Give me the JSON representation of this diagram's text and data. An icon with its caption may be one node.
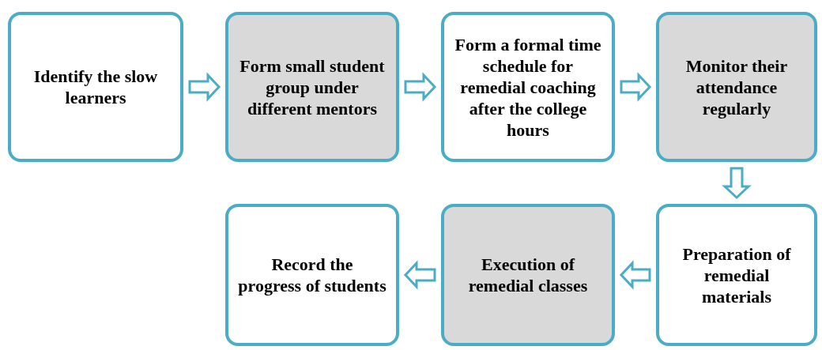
{
  "diagram": {
    "nodes": [
      {
        "text": [
          "Identify the slow learners"
        ]
      },
      {
        "text": [
          "Form small student group under different mentors"
        ]
      },
      {
        "text": [
          "Form a formal time schedule for remedial coaching after the college hours"
        ]
      },
      {
        "text": [
          "Monitor their attendance regularly"
        ]
      },
      {
        "text": [
          "Preparation of remedial materials"
        ]
      },
      {
        "text": [
          "Execution of remedial classes"
        ]
      },
      {
        "text": [
          "Record the progress of students"
        ]
      }
    ],
    "edges": [
      {
        "from": 0,
        "to": 1,
        "arrow": "to"
      },
      {
        "from": 1,
        "to": 2,
        "arrow": "to"
      },
      {
        "from": 2,
        "to": 3,
        "arrow": "to"
      },
      {
        "from": 3,
        "to": 4,
        "arrow": "to"
      },
      {
        "from": 4,
        "to": 5,
        "arrow": "to"
      },
      {
        "from": 5,
        "to": 6,
        "arrow": "to"
      }
    ]
  }
}
